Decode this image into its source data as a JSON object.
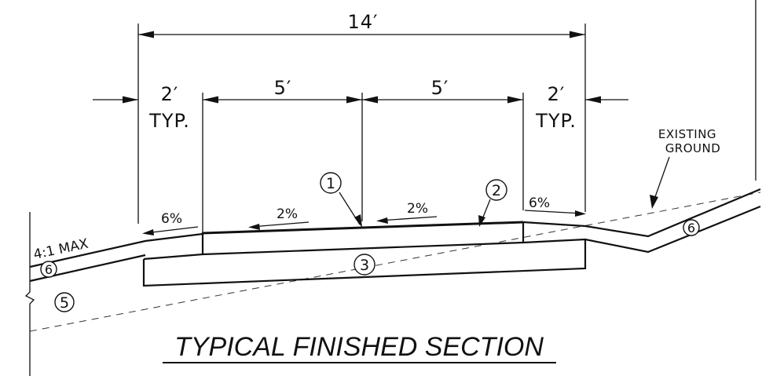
{
  "dimensions": {
    "overall": "14′",
    "left_shoulder_width": "2′",
    "left_shoulder_note": "TYP.",
    "left_lane": "5′",
    "right_lane": "5′",
    "right_shoulder_width": "2′",
    "right_shoulder_note": "TYP."
  },
  "slopes": {
    "left_shoulder": "6%",
    "left_lane": "2%",
    "right_lane": "2%",
    "right_shoulder": "6%",
    "side_slope": "4:1 MAX"
  },
  "labels": {
    "existing_ground_line1": "EXISTING",
    "existing_ground_line2": "GROUND"
  },
  "callouts": {
    "c1": "1",
    "c2": "2",
    "c3": "3",
    "c5": "5",
    "c6_left": "6",
    "c6_right": "6"
  },
  "title": "TYPICAL FINISHED SECTION"
}
